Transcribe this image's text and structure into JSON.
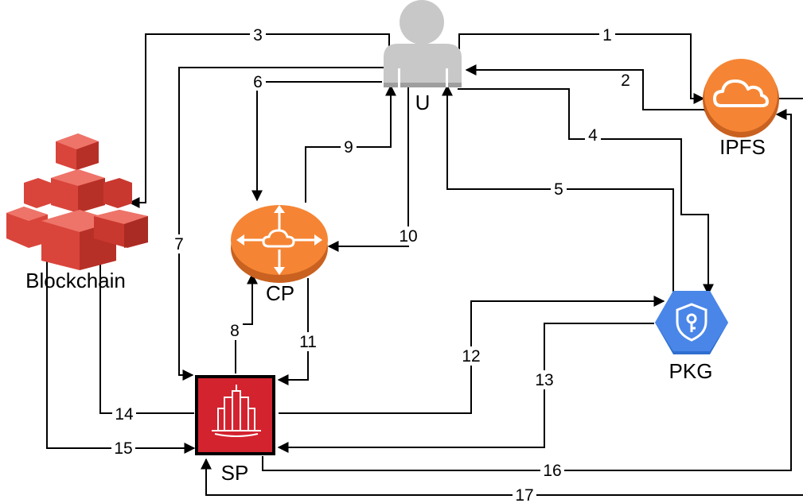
{
  "nodes": {
    "user": {
      "label": "U",
      "icon": "user-icon"
    },
    "ipfs": {
      "label": "IPFS",
      "icon": "cloud-icon"
    },
    "blockchain": {
      "label": "Blockchain",
      "icon": "cubes-icon"
    },
    "cp": {
      "label": "CP",
      "icon": "router-icon"
    },
    "pkg": {
      "label": "PKG",
      "icon": "key-shield-icon"
    },
    "sp": {
      "label": "SP",
      "icon": "building-icon"
    }
  },
  "edges": [
    {
      "id": "1",
      "label": "1"
    },
    {
      "id": "2",
      "label": "2"
    },
    {
      "id": "3",
      "label": "3"
    },
    {
      "id": "4",
      "label": "4"
    },
    {
      "id": "5",
      "label": "5"
    },
    {
      "id": "6",
      "label": "6"
    },
    {
      "id": "7",
      "label": "7"
    },
    {
      "id": "8",
      "label": "8"
    },
    {
      "id": "9",
      "label": "9"
    },
    {
      "id": "10",
      "label": "10"
    },
    {
      "id": "11",
      "label": "11"
    },
    {
      "id": "12",
      "label": "12"
    },
    {
      "id": "13",
      "label": "13"
    },
    {
      "id": "14",
      "label": "14"
    },
    {
      "id": "15",
      "label": "15"
    },
    {
      "id": "16",
      "label": "16"
    },
    {
      "id": "17",
      "label": "17"
    }
  ],
  "colors": {
    "user": "#c8c8c8",
    "ipfs": "#f58534",
    "cp": "#f58534",
    "blockchain": "#d9453b",
    "pkg": "#4a86e8",
    "sp": "#d3232f",
    "line": "#000000"
  }
}
